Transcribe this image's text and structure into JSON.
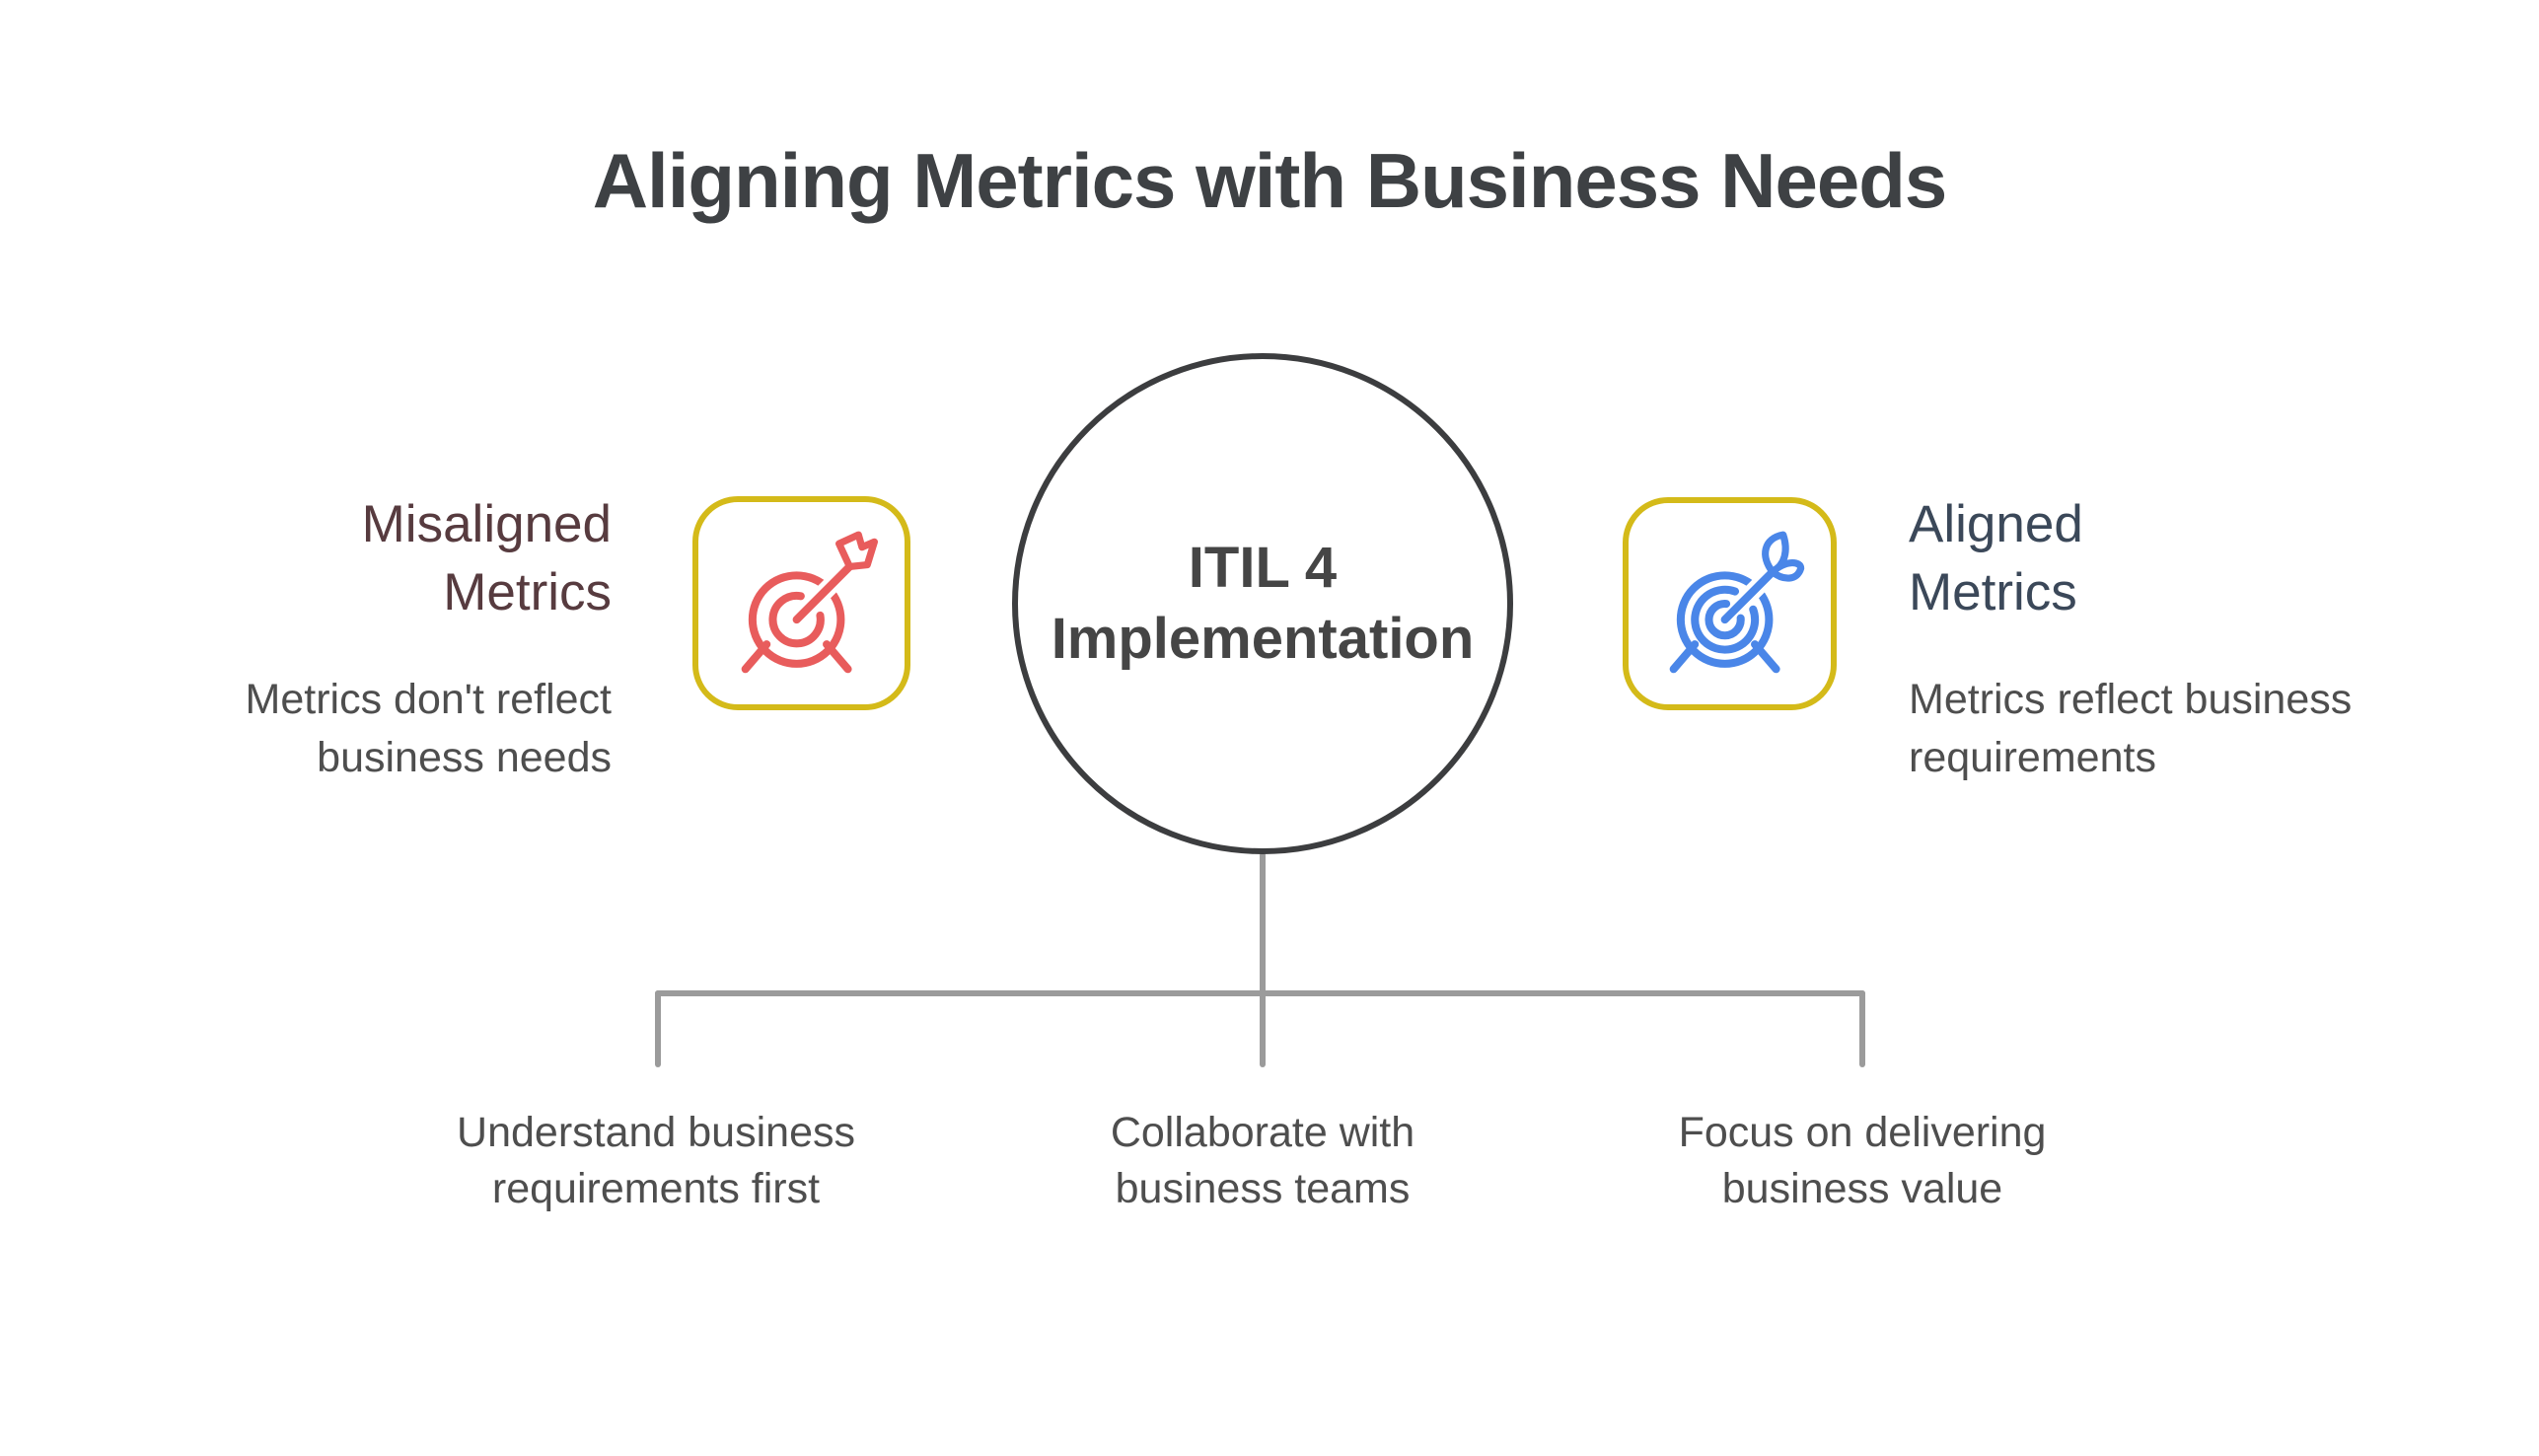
{
  "title": "Aligning Metrics with Business Needs",
  "center_node": {
    "label": "ITIL 4\nImplementation"
  },
  "left_item": {
    "heading": "Misaligned\nMetrics",
    "description": "Metrics don't reflect\nbusiness needs",
    "icon": "target-dart-icon"
  },
  "right_item": {
    "heading": "Aligned\nMetrics",
    "description": "Metrics reflect business\nrequirements",
    "icon": "target-leaf-icon"
  },
  "branches": [
    {
      "label": "Understand business\nrequirements first"
    },
    {
      "label": "Collaborate with\nbusiness teams"
    },
    {
      "label": "Focus on delivering\nbusiness value"
    }
  ],
  "colors": {
    "title_text": "#3e4144",
    "center_circle_stroke": "#3c3d3f",
    "misaligned_heading": "#573b3f",
    "aligned_heading": "#3b4859",
    "body_text": "#4e4e4e",
    "connector_gray": "#9b9b9b",
    "icon_box_yellow": "#d4ba19",
    "misaligned_icon_red": "#e85c5c",
    "aligned_icon_blue": "#4a86e8"
  }
}
